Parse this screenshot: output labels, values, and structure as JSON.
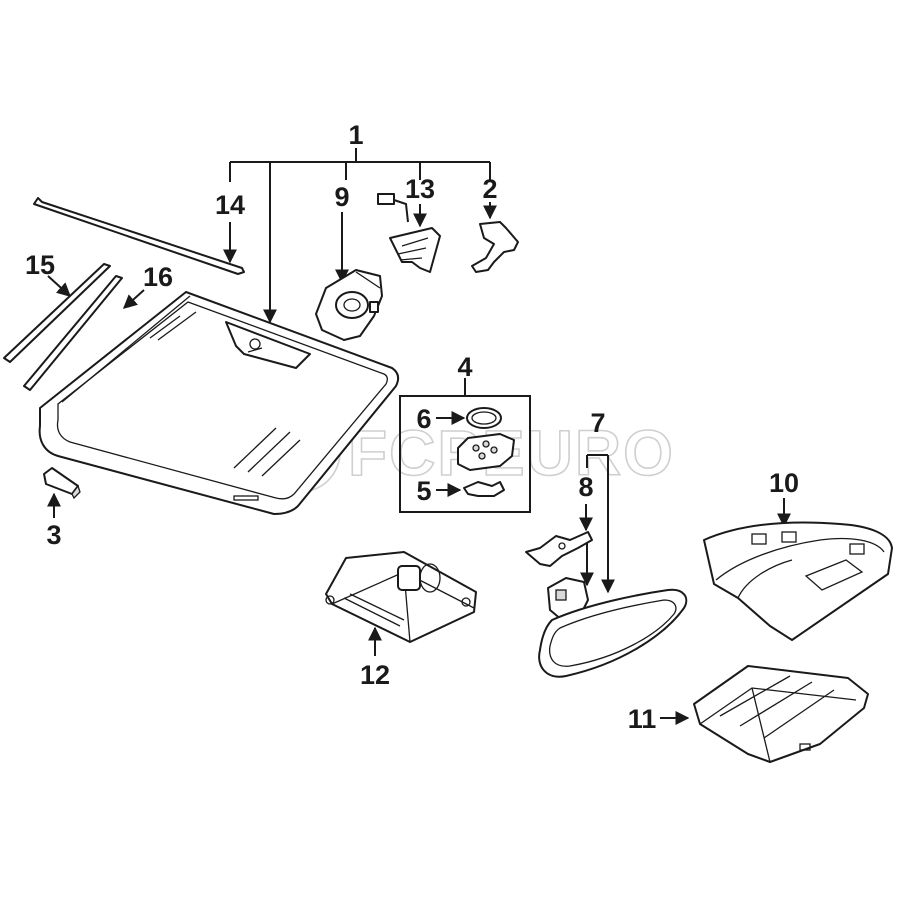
{
  "watermark": "FCPEURO",
  "callouts": {
    "c1": "1",
    "c2": "2",
    "c3": "3",
    "c4": "4",
    "c5": "5",
    "c6": "6",
    "c7": "7",
    "c8": "8",
    "c9": "9",
    "c10": "10",
    "c11": "11",
    "c12": "12",
    "c13": "13",
    "c14": "14",
    "c15": "15",
    "c16": "16"
  }
}
